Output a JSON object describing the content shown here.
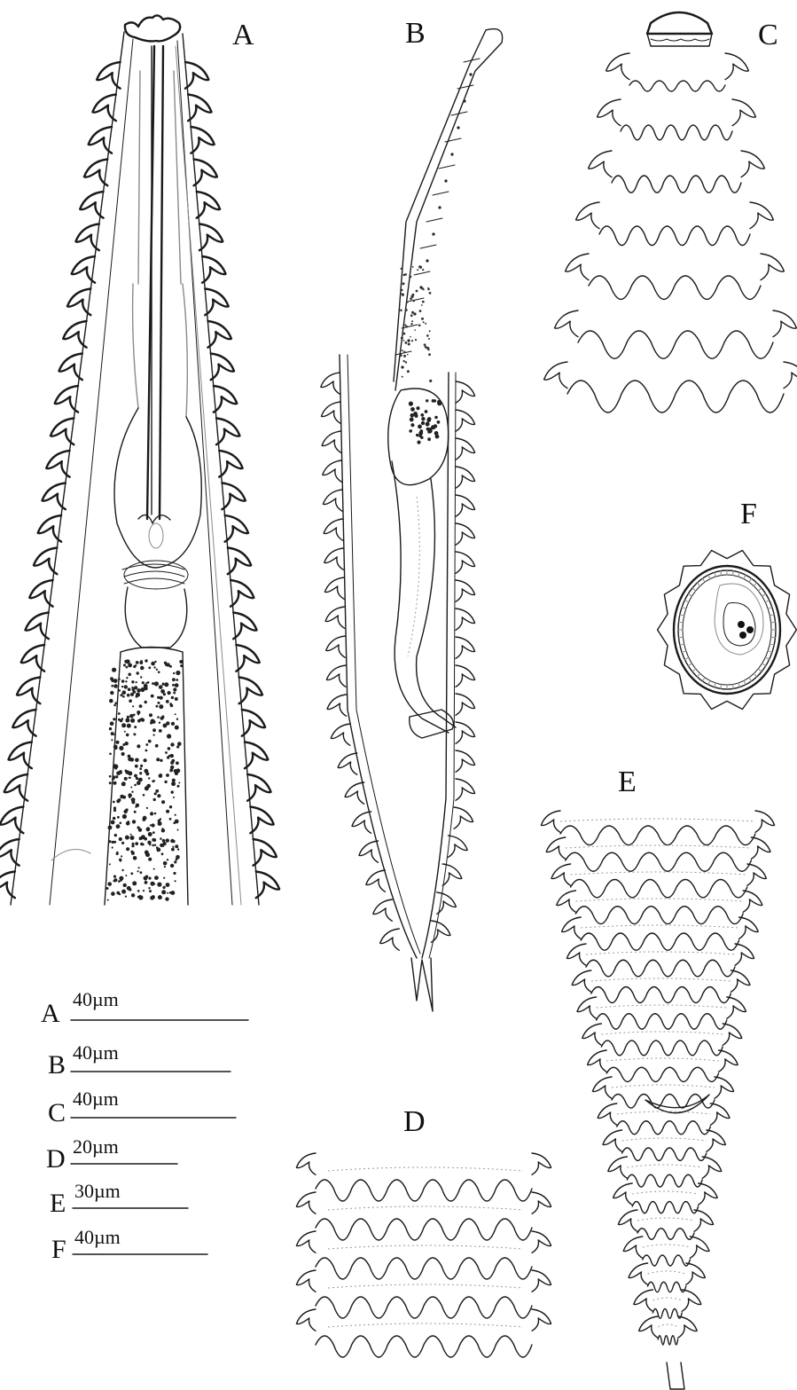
{
  "panels": [
    {
      "id": "A",
      "label": "A"
    },
    {
      "id": "B",
      "label": "B"
    },
    {
      "id": "C",
      "label": "C"
    },
    {
      "id": "D",
      "label": "D"
    },
    {
      "id": "E",
      "label": "E"
    },
    {
      "id": "F",
      "label": "F"
    }
  ],
  "scale_bars": [
    {
      "letter": "A",
      "length_text": "40µm"
    },
    {
      "letter": "B",
      "length_text": "40µm"
    },
    {
      "letter": "C",
      "length_text": "40µm"
    },
    {
      "letter": "D",
      "length_text": "20µm"
    },
    {
      "letter": "E",
      "length_text": "30µm"
    },
    {
      "letter": "F",
      "length_text": "40µm"
    }
  ],
  "colors": {
    "ink": "#1a1a1a",
    "gray_line": "#8a8a8a",
    "background": "#ffffff"
  }
}
